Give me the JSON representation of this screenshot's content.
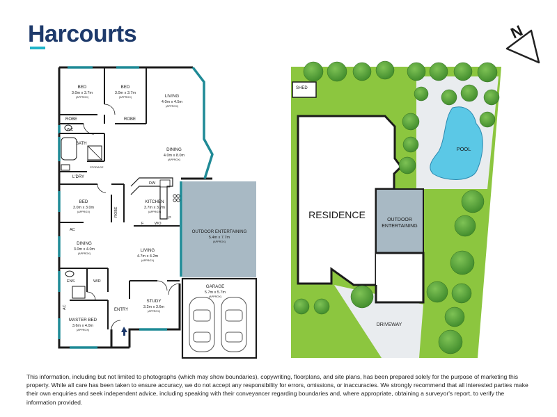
{
  "brand": {
    "logo_text": "Harcourts",
    "accent": "#1fb4c9",
    "navy": "#1e3a6b"
  },
  "compass": {
    "label": "N"
  },
  "floorplan": {
    "rooms": [
      {
        "id": "bed1",
        "name": "BED",
        "dims": "3.0m x 3.7m",
        "approx": "(APPROX)"
      },
      {
        "id": "bed2",
        "name": "BED",
        "dims": "3.0m x 3.7m",
        "approx": "(APPROX)"
      },
      {
        "id": "living1",
        "name": "LIVING",
        "dims": "4.0m x 4.5m",
        "approx": "(APPROX)"
      },
      {
        "id": "dining1",
        "name": "DINING",
        "dims": "4.0m x 8.0m",
        "approx": "(APPROX)"
      },
      {
        "id": "bed3",
        "name": "BED",
        "dims": "3.0m x 3.0m",
        "approx": "(APPROX)"
      },
      {
        "id": "kitchen",
        "name": "KITCHEN",
        "dims": "3.7m x 3.7m",
        "approx": "(APPROX)"
      },
      {
        "id": "outdoor",
        "name": "OUTDOOR ENTERTAINING",
        "dims": "5.4m x 7.7m",
        "approx": "(APPROX)"
      },
      {
        "id": "dining2",
        "name": "DINING",
        "dims": "3.0m x 4.0m",
        "approx": "(APPROX)"
      },
      {
        "id": "living2",
        "name": "LIVING",
        "dims": "4.7m x 4.2m",
        "approx": "(APPROX)"
      },
      {
        "id": "garage",
        "name": "GARAGE",
        "dims": "5.7m x 5.7m",
        "approx": "(APPROX)"
      },
      {
        "id": "study",
        "name": "STUDY",
        "dims": "3.2m x 3.6m",
        "approx": "(APPROX)"
      },
      {
        "id": "master",
        "name": "MASTER BED",
        "dims": "3.6m x 4.0m",
        "approx": "(APPROX)"
      }
    ],
    "small_labels": {
      "robe1": "ROBE",
      "robe2": "ROBE",
      "robe3": "ROBE",
      "wc": "WC",
      "bath": "BATH",
      "storage": "STORAGE",
      "ldry": "L'DRY",
      "dw": "DW",
      "p": "P",
      "f": "F",
      "wo": "WO",
      "ac1": "AC",
      "ac2": "AC",
      "ens": "ENS",
      "wir": "WIR",
      "entry": "ENTRY"
    }
  },
  "siteplan": {
    "shed": "SHED",
    "residence": "RESIDENCE",
    "outdoor_line1": "OUTDOOR",
    "outdoor_line2": "ENTERTAINING",
    "pool": "POOL",
    "driveway": "DRIVEWAY"
  },
  "colors": {
    "wall": "#1b1b1b",
    "window": "#1f8a96",
    "outdoor_fill": "#a8b9c4",
    "lawn": "#8cc63f",
    "paving": "#e9ecef",
    "pool": "#5bc8e6",
    "tree": "#5aa03c"
  },
  "disclaimer": "This information, including but not limited to photographs (which may show boundaries), copywriting, floorplans, and site plans, has been prepared solely for the purpose of marketing this property. While all care has been taken to ensure accuracy, we do not accept any responsibility for errors, omissions, or inaccuracies. We strongly recommend that all interested parties make their own enquiries and seek independent advice, including speaking with their conveyancer regarding boundaries and, where appropriate, obtaining a surveyor's report, to verify the information provided."
}
